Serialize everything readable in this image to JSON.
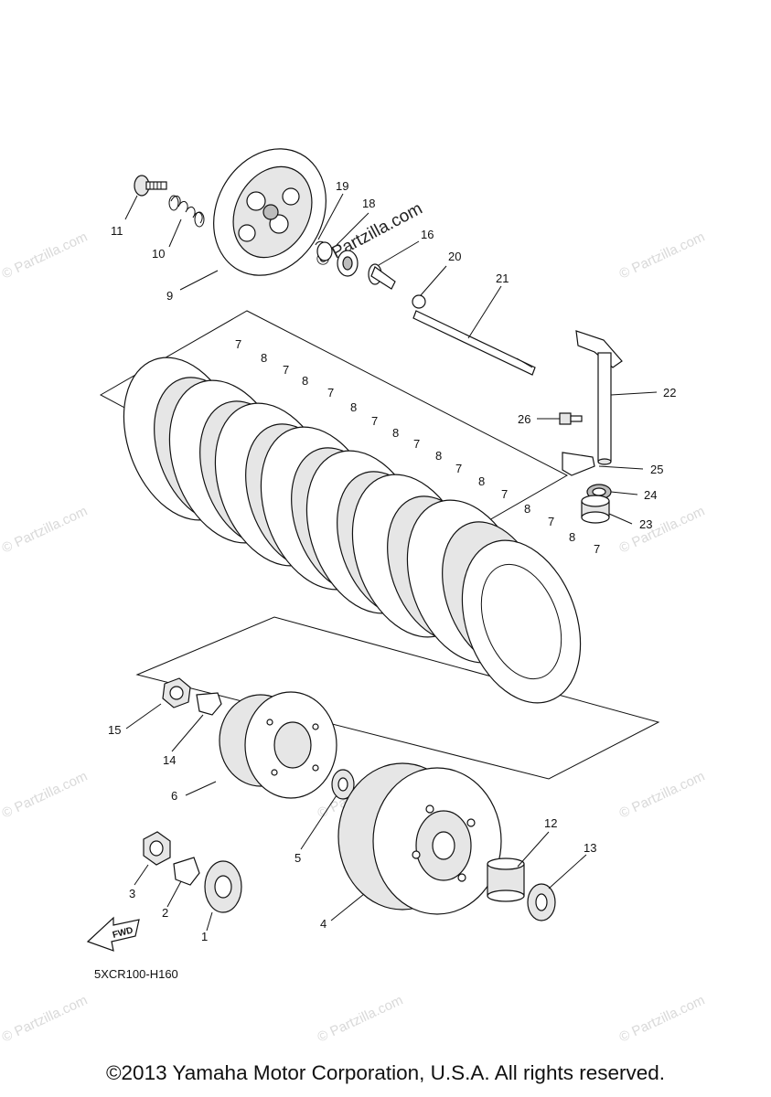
{
  "parts_diagram": {
    "watermark_text": "© Partzilla.com",
    "main_watermark": "© Partzilla.com",
    "diagram_code": "5XCR100-H160",
    "fwd_label": "FWD",
    "copyright": "©2013 Yamaha Motor Corporation, U.S.A. All rights reserved.",
    "callouts": {
      "p1": "1",
      "p2": "2",
      "p3": "3",
      "p4": "4",
      "p5": "5",
      "p6": "6",
      "p9": "9",
      "p10": "10",
      "p11": "11",
      "p12": "12",
      "p13": "13",
      "p14": "14",
      "p15": "15",
      "p16": "16",
      "p18": "18",
      "p19": "19",
      "p20": "20",
      "p21": "21",
      "p22": "22",
      "p23": "23",
      "p24": "24",
      "p25": "25",
      "p26": "26",
      "plate_friction": "7",
      "plate_clutch": "8"
    }
  }
}
